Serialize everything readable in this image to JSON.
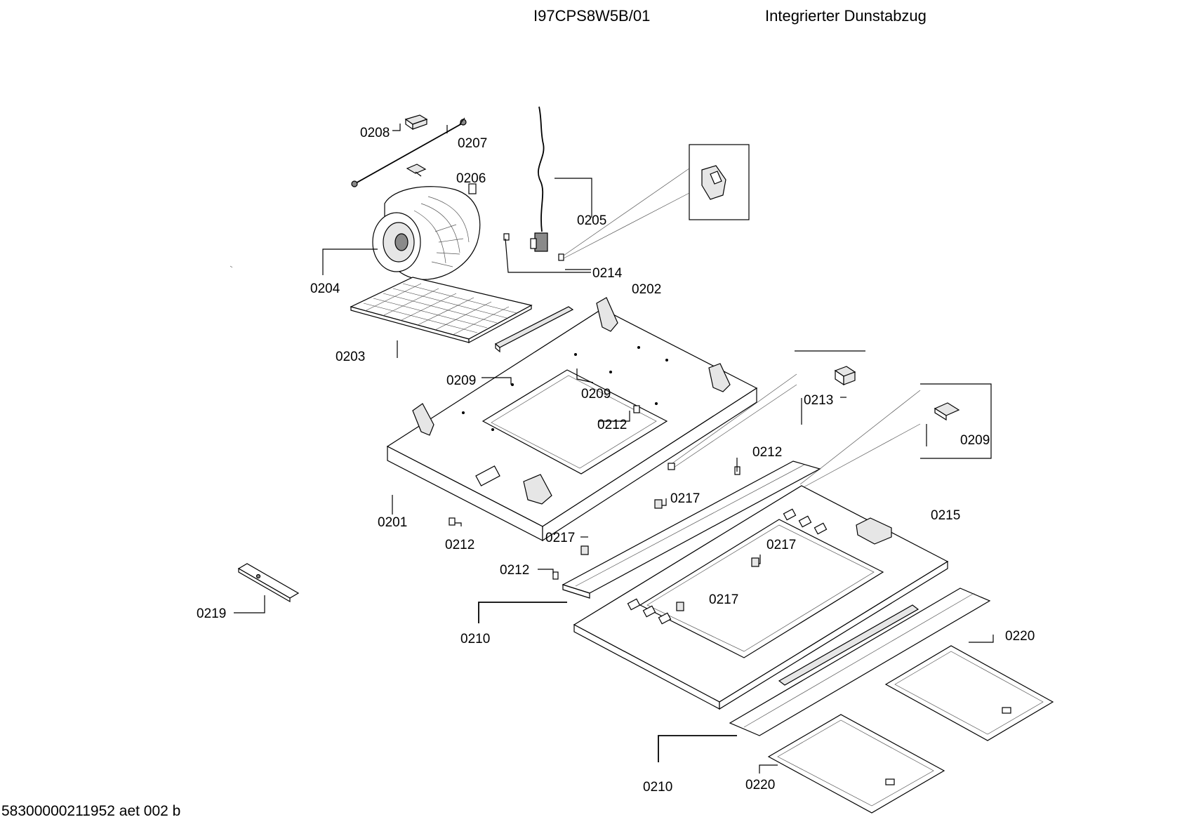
{
  "header": {
    "model": "I97CPS8W5B/01",
    "description": "Integrierter Dunstabzug"
  },
  "footer": {
    "document_id": "58300000211952 aet 002 b"
  },
  "callouts": {
    "c0208": "0208",
    "c0207": "0207",
    "c0206": "0206",
    "c0205": "0205",
    "c0204": "0204",
    "c0214": "0214",
    "c0202": "0202",
    "c0203": "0203",
    "c0209a": "0209",
    "c0209b": "0209",
    "c0213": "0213",
    "c0209c": "0209",
    "c0212a": "0212",
    "c0212b": "0212",
    "c0201": "0201",
    "c0217a": "0217",
    "c0215": "0215",
    "c0212c": "0212",
    "c0217b": "0217",
    "c0217c": "0217",
    "c0212d": "0212",
    "c0217d": "0217",
    "c0219": "0219",
    "c0210a": "0210",
    "c0220a": "0220",
    "c0210b": "0210",
    "c0220b": "0220"
  }
}
